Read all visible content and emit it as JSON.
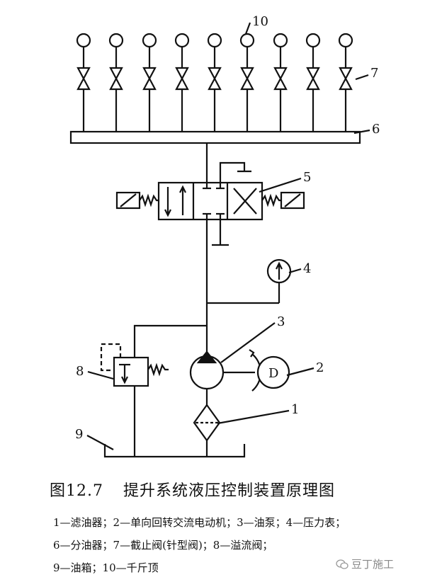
{
  "labels": {
    "l1": "1",
    "l2": "2",
    "l3": "3",
    "l4": "4",
    "l5": "5",
    "l6": "6",
    "l7": "7",
    "l8": "8",
    "l9": "9",
    "l10": "10",
    "motor": "D"
  },
  "caption": {
    "number": "图12.7",
    "title": "提升系统液压控制装置原理图"
  },
  "legend": {
    "line1": "1—滤油器；2—单向回转交流电动机；3—油泵；4—压力表；",
    "line2": "6—分油器；7—截止阀(针型阀)；8—溢流阀；",
    "line3": "9—油箱；10—千斤顶"
  },
  "watermark": {
    "text": "豆丁施工",
    "icon": "wechat-icon"
  }
}
